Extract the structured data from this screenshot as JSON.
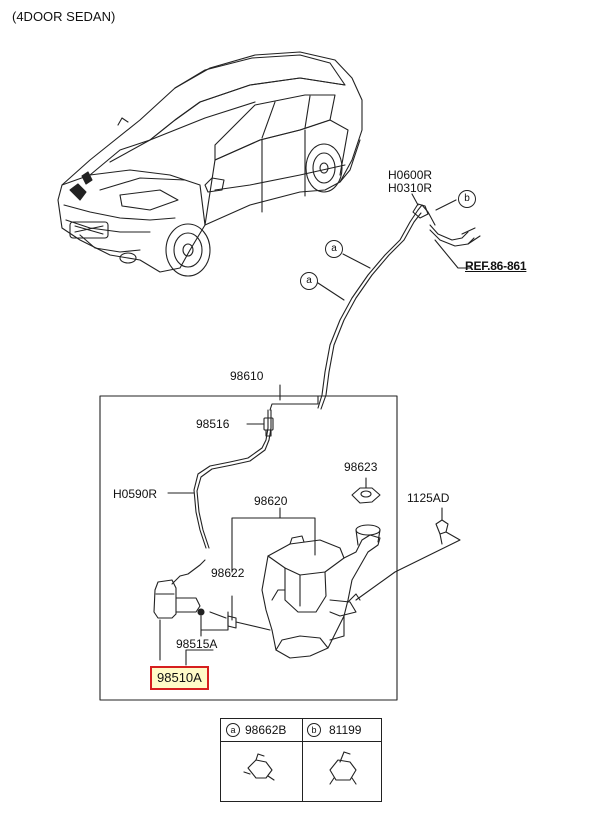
{
  "title": "(4DOOR SEDAN)",
  "labels": {
    "h0600r": "H0600R",
    "h0310r": "H0310R",
    "ref": "REF.86-861",
    "p98610": "98610",
    "p98516": "98516",
    "p98623": "98623",
    "h0590r": "H0590R",
    "p98620": "98620",
    "p1125ad": "1125AD",
    "p98622": "98622",
    "p98515a": "98515A",
    "p98510a": "98510A"
  },
  "callouts": {
    "a": "a",
    "b": "b"
  },
  "legend": {
    "a_letter": "a",
    "a_code": "98662B",
    "b_letter": "b",
    "b_code": "81199"
  },
  "colors": {
    "highlight_fill": "#fffbc8",
    "highlight_border": "#d61f1f",
    "line": "#222222"
  }
}
